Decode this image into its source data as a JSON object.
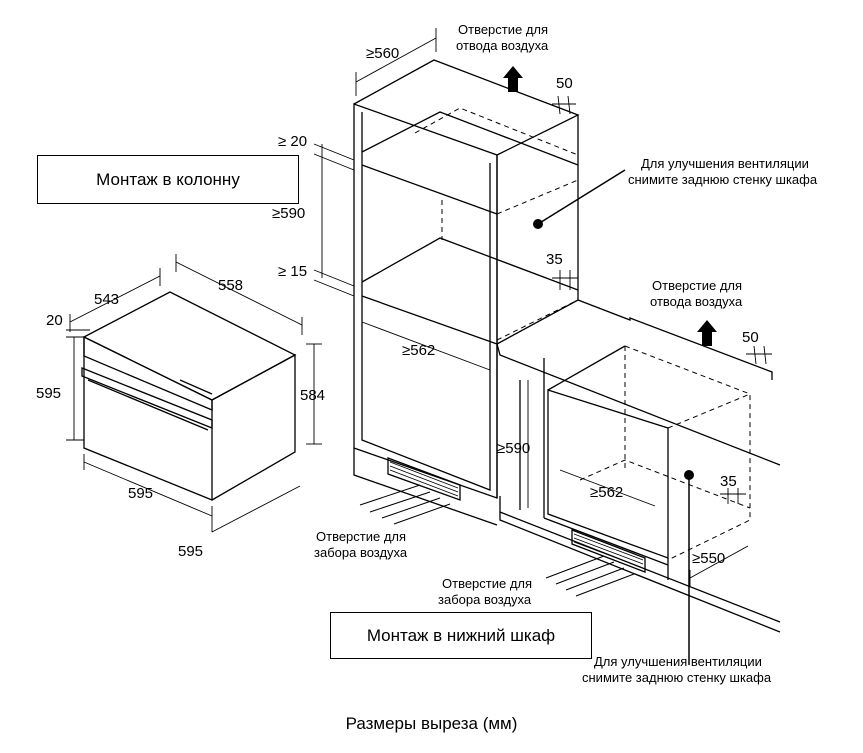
{
  "titles": {
    "column": "Монтаж в колонну",
    "under_counter": "Монтаж в нижний шкаф",
    "caption": "Размеры выреза (мм)"
  },
  "oven": {
    "depth": "543",
    "width_top": "558",
    "panel": "20",
    "height_front": "595",
    "height_side": "584",
    "width_front": "595",
    "width_total": "595"
  },
  "column": {
    "depth": "≥560",
    "top_gap": "≥ 20",
    "niche_height": "≥590",
    "bottom_gap": "≥ 15",
    "niche_width": "≥562",
    "vent_gap": "50",
    "back_gap": "35",
    "exhaust_note_1": "Отверстие для",
    "exhaust_note_2": "отвода воздуха",
    "ventilation_note_1": "Для улучшения вентиляции",
    "ventilation_note_2": "снимите заднюю стенку шкафа",
    "intake_note_1": "Отверстие для",
    "intake_note_2": "забора воздуха"
  },
  "under_counter": {
    "niche_height": "≥590",
    "niche_width": "≥562",
    "depth": "≥550",
    "vent_gap": "50",
    "back_gap": "35",
    "exhaust_note_1": "Отверстие для",
    "exhaust_note_2": "отвода воздуха",
    "ventilation_note_1": "Для улучшения вентиляции",
    "ventilation_note_2": "снимите заднюю стенку шкафа",
    "intake_note_1": "Отверстие для",
    "intake_note_2": "забора воздуха"
  }
}
